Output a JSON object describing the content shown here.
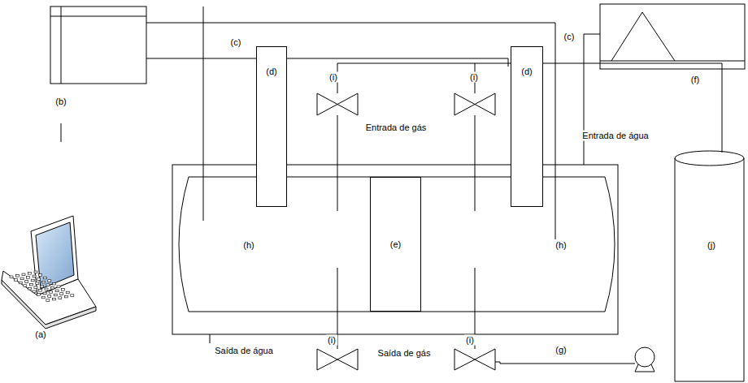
{
  "diagram": {
    "nodes": [
      {
        "text": [
          "(d)"
        ]
      },
      {
        "text": [
          "(d)"
        ]
      },
      {
        "text": [
          "(e)"
        ]
      }
    ],
    "labels": [
      "(b)",
      "(a)",
      "(c)",
      "(c)",
      "(i)",
      "(i)",
      "Entrada de gás",
      "Entrada de água",
      "(f)",
      "(h)",
      "(h)",
      "(j)",
      "Saída de água",
      "(i)",
      "Saída de gás",
      "(i)",
      "(g)"
    ]
  }
}
